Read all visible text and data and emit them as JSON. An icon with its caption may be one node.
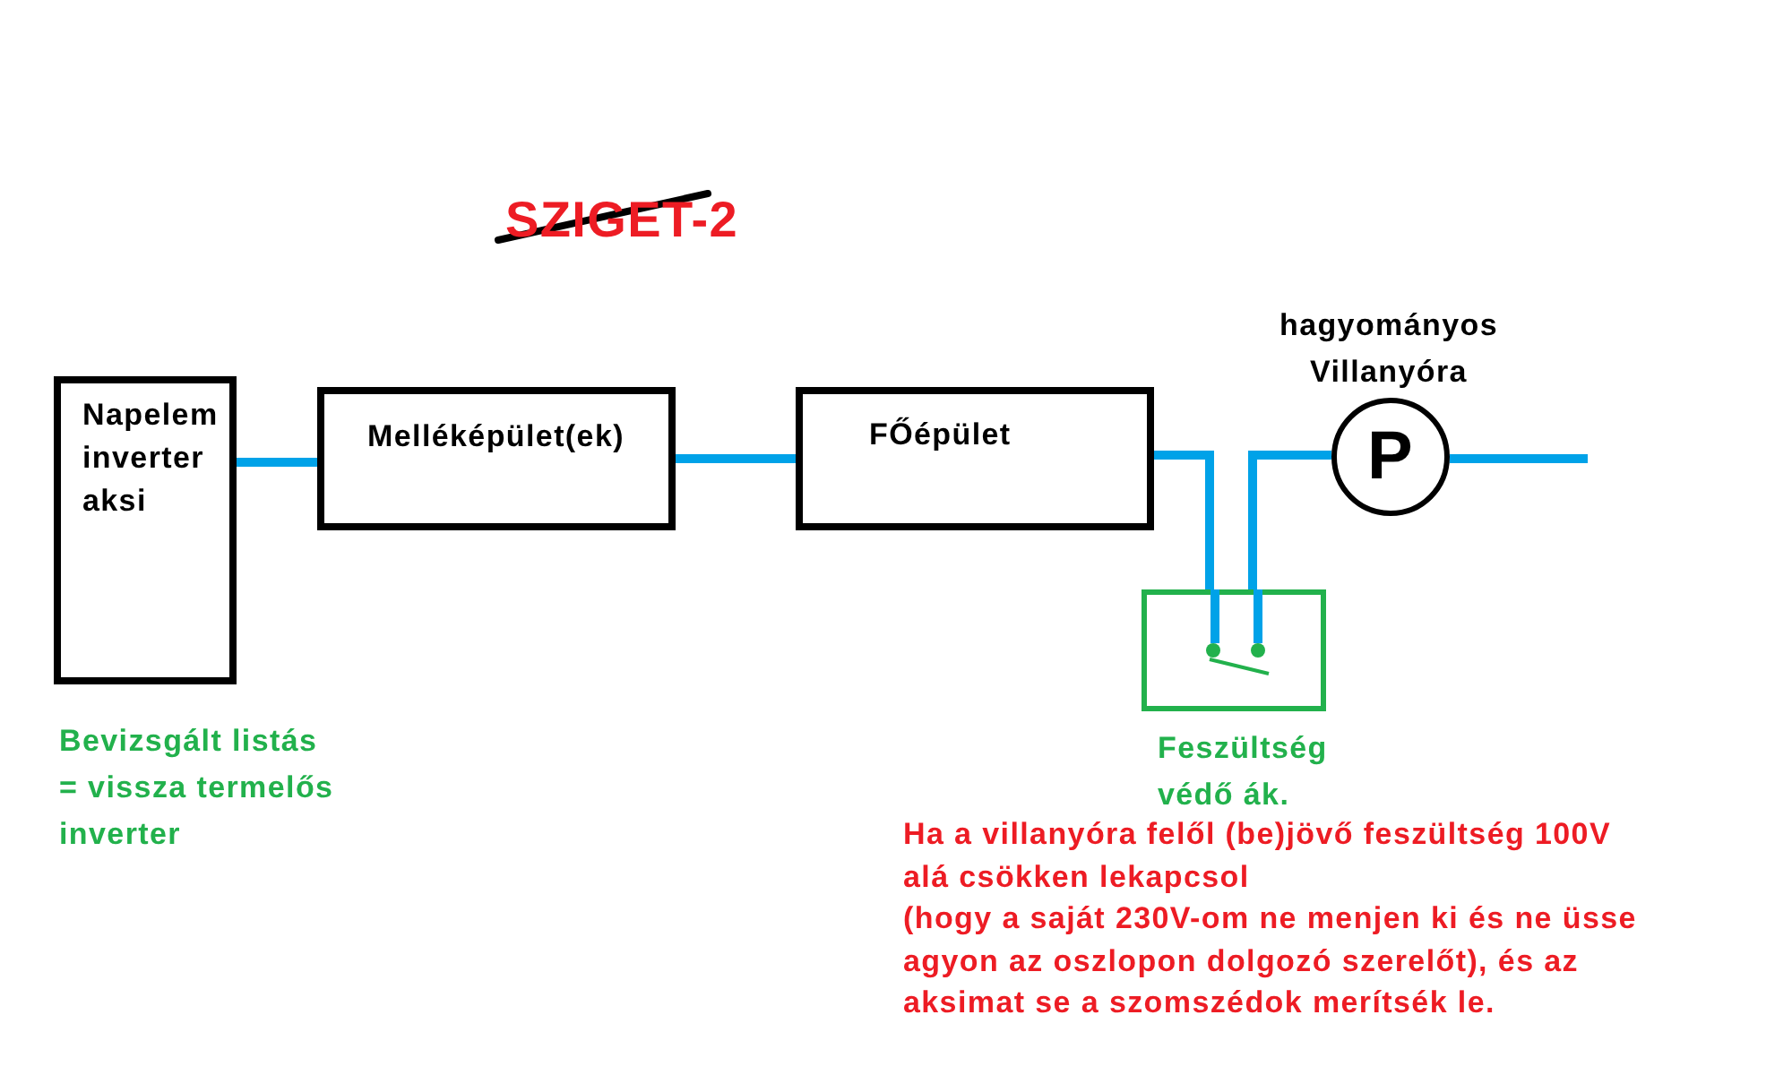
{
  "diagram": {
    "title": "SZIGET-2",
    "nodes": [
      {
        "text": [
          "Napelem inverter aksi"
        ],
        "beside": [
          "Bevizsgált listás = vissza termelős inverter"
        ]
      },
      {
        "text": [
          "Melléképület(ek)"
        ]
      },
      {
        "text": [
          "FŐépület"
        ]
      },
      {
        "text": [],
        "shape": "box",
        "beside": [
          "Feszültség védő ák."
        ]
      },
      {
        "text": [
          "P"
        ],
        "beside": [
          "hagyományos Villanyóra"
        ]
      }
    ],
    "edges": [
      {
        "from": 0,
        "to": 1,
        "arrow": "none"
      },
      {
        "from": 1,
        "to": 2,
        "arrow": "none"
      },
      {
        "from": 2,
        "to": 3,
        "arrow": "none"
      },
      {
        "from": 3,
        "to": 4,
        "arrow": "none"
      },
      {
        "from": 4,
        "to": null,
        "arrow": "none"
      }
    ],
    "labels": [
      "Ha a villanyóra felől (be)jövő feszültség 100V alá csökken lekapcsol",
      "(hogy a saját 230V-om ne menjen ki és ne üsse agyon az oszlopon dolgozó szerelőt), és az aksimat se a szomszédok merítsék le."
    ]
  }
}
